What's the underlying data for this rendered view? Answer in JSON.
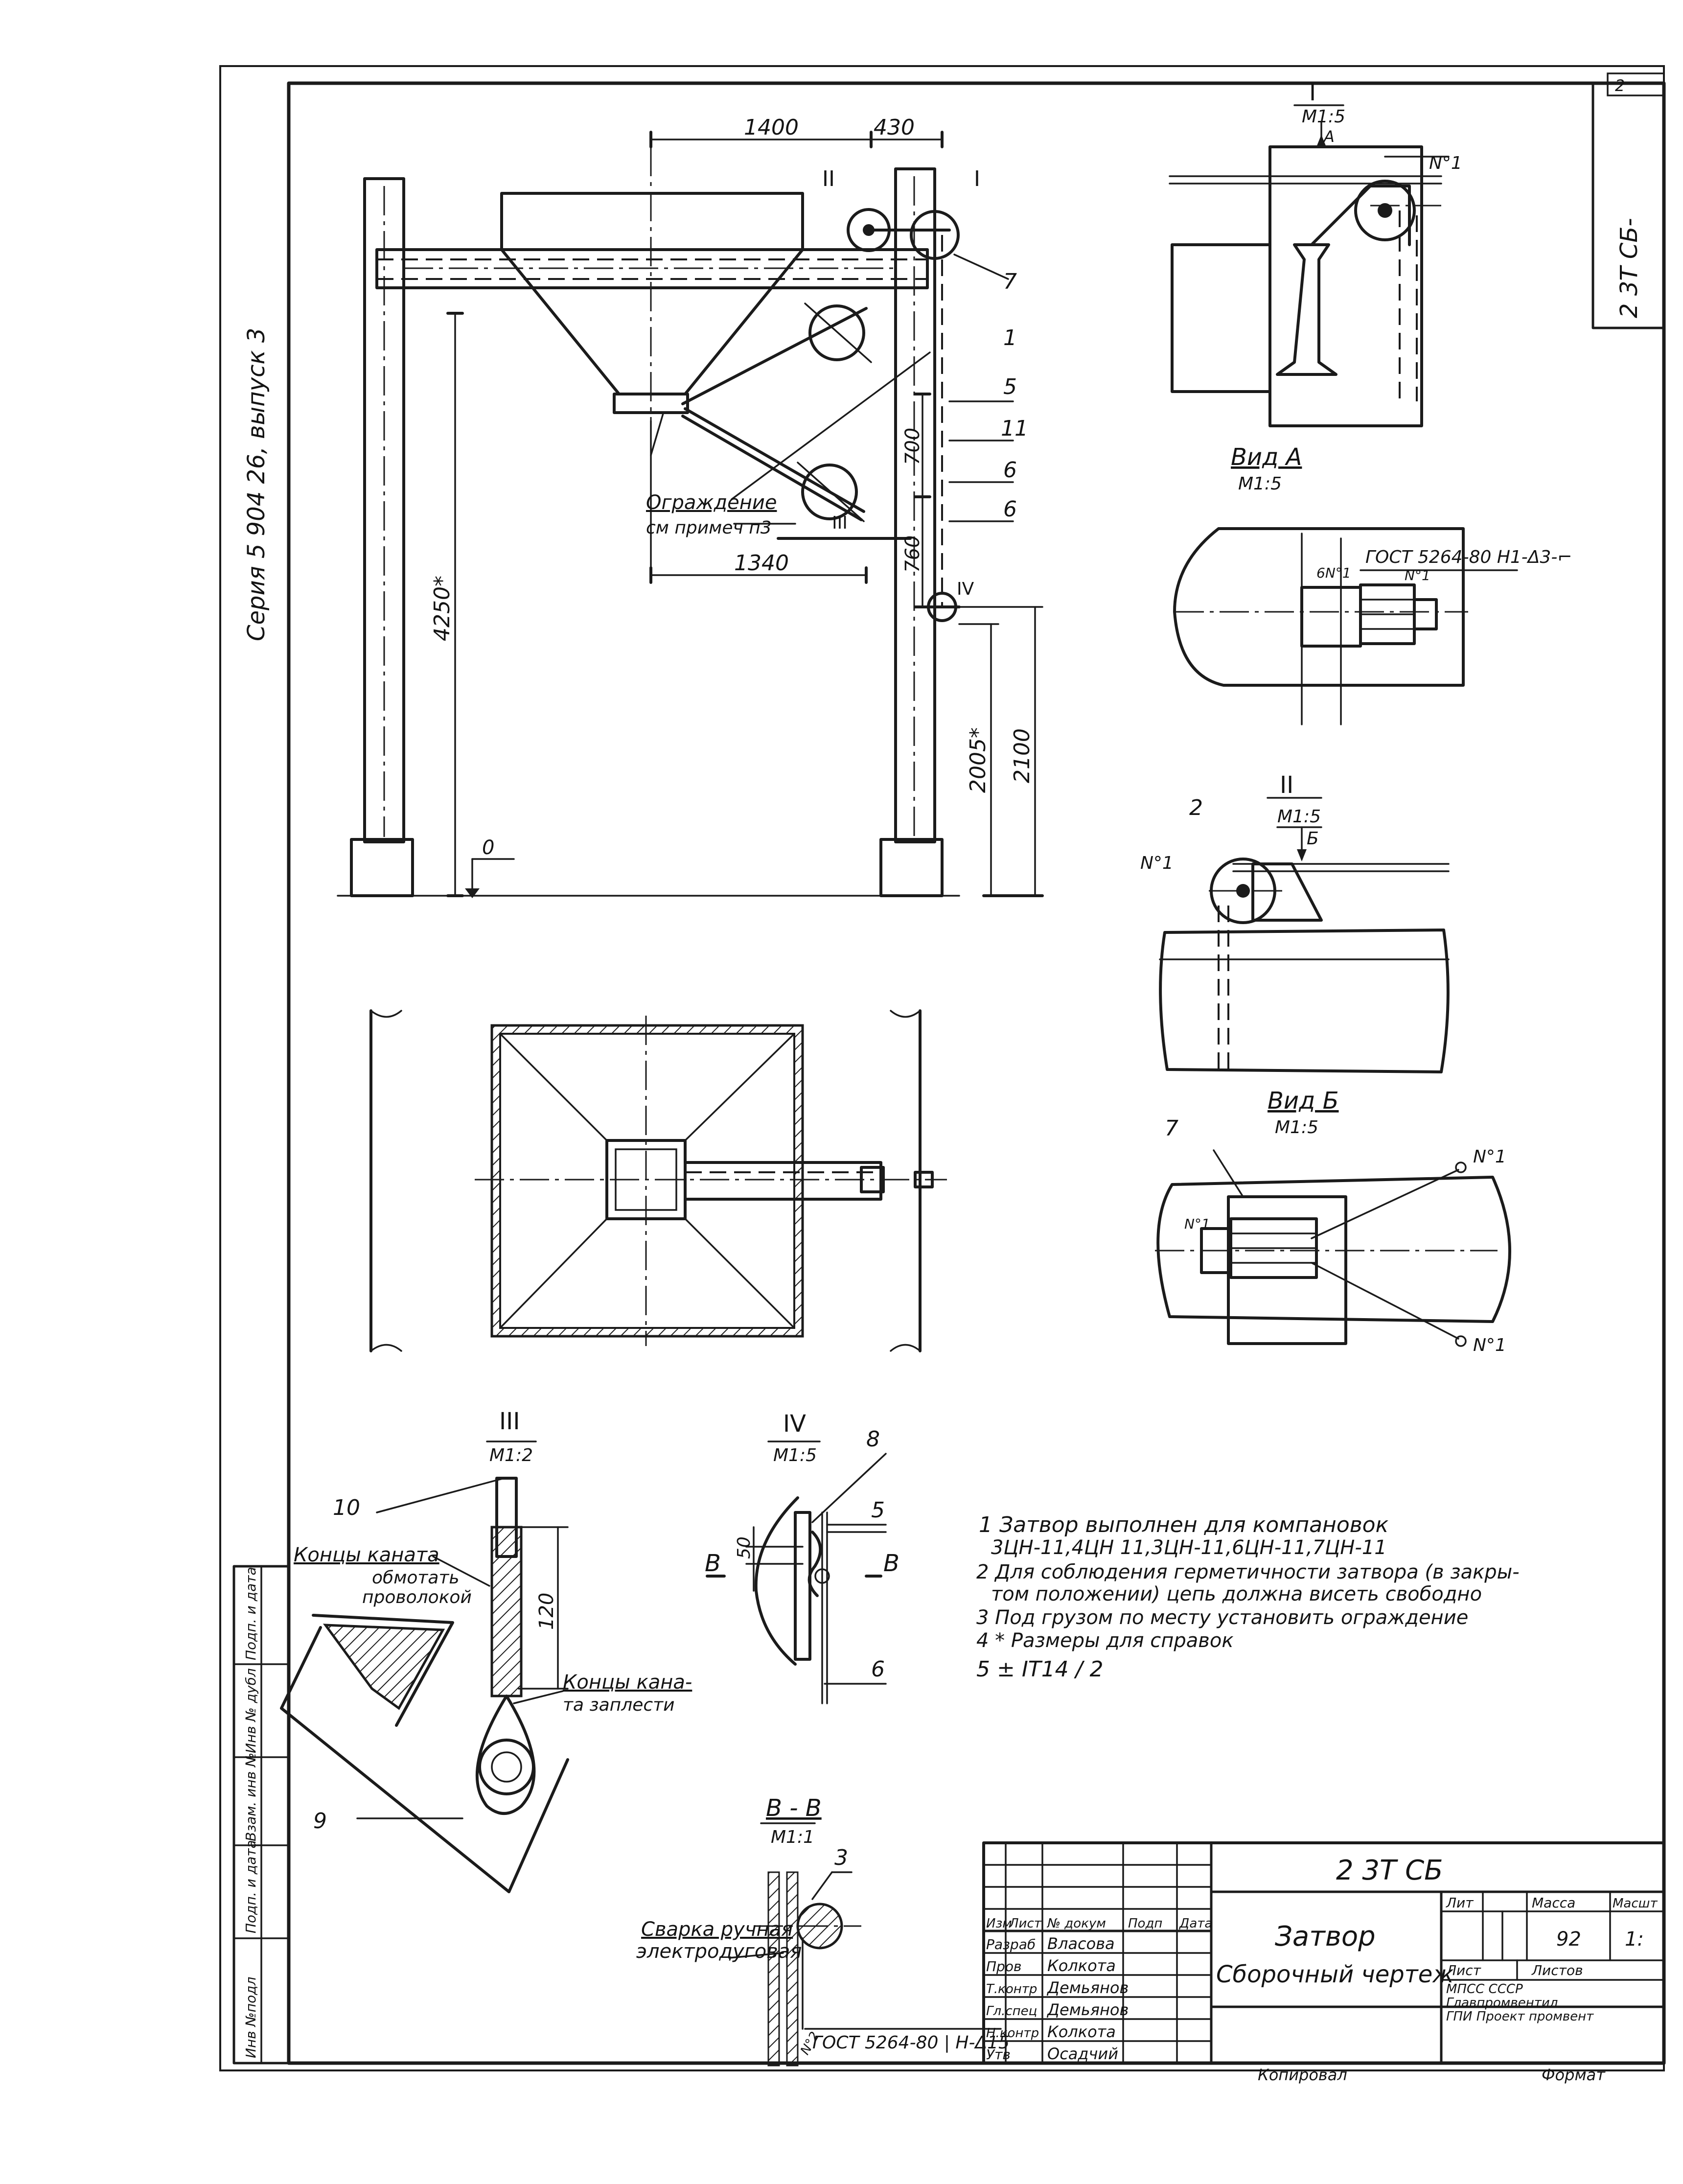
{
  "sheet": {
    "series_label": "Серия 5 904 26, выпуск 3",
    "corner_code": "2 3Т СБ-",
    "corner_mark": "2"
  },
  "side_stamp": [
    "Инв №подл",
    "Подп. и дата",
    "Взам. инв №",
    "Инв № дубл",
    "Подп. и дата"
  ],
  "main_view": {
    "dims": {
      "d1400": "1400",
      "d430": "430",
      "d1340": "1340",
      "d700": "700",
      "d760": "760",
      "d4250": "4250*",
      "d2005": "2005*",
      "d2100": "2100",
      "zero": "0"
    },
    "refs": {
      "I": "I",
      "II": "II",
      "III": "III",
      "IV": "IV"
    },
    "positions": {
      "p1": "1",
      "p5": "5",
      "p11": "11",
      "p6a": "6",
      "p6b": "6",
      "p7": "7"
    },
    "guard_note_1": "Ограждение",
    "guard_note_2": "см примеч п3"
  },
  "detail_I": {
    "title": "I",
    "scale": "М1:5",
    "arrow_label": "А",
    "callout": "N°1"
  },
  "view_A": {
    "title": "Вид А",
    "scale": "М1:5",
    "weld": "ГОСТ 5264-80 Н1-Δ3-⌐",
    "callout_a": "6N°1",
    "callout_b": "N°1"
  },
  "detail_II": {
    "title": "II",
    "scale": "М1:5",
    "pos": "2",
    "callout": "N°1",
    "arrow_label": "Б"
  },
  "view_B": {
    "title": "Вид Б",
    "scale": "М1:5",
    "pos": "7",
    "callout_top": "N°1",
    "callout_left": "N°1",
    "callout_bottom": "N°1"
  },
  "detail_III": {
    "title": "III",
    "scale": "М1:2",
    "pos10": "10",
    "pos9": "9",
    "dim120": "120",
    "note1_a": "Концы каната",
    "note1_b": "обмотать",
    "note1_c": "проволокой",
    "note2_a": "Концы кана-",
    "note2_b": "та заплести"
  },
  "detail_IV": {
    "title": "IV",
    "scale": "М1:5",
    "pos8": "8",
    "pos5": "5",
    "pos6": "6",
    "dim50": "50",
    "cut_left": "В",
    "cut_right": "В"
  },
  "section_BB": {
    "title": "В - В",
    "scale": "М1:1",
    "pos3": "3",
    "note_a": "Сварка ручная",
    "note_b": "электродуговая",
    "weld": "ГОСТ 5264-80 | Н-Δ15",
    "callout": "N°2"
  },
  "notes": [
    "1 Затвор выполнен для компановок",
    "3ЦН-11,4ЦН 11,3ЦН-11,6ЦН-11,7ЦН-11",
    "2 Для соблюдения герметичности затвора (в закры-",
    "том положении) цепь должна висеть свободно",
    "3 Под грузом по месту установить ограждение",
    "4 * Размеры для справок",
    "5 ± IT14 / 2"
  ],
  "title_block": {
    "code": "2 3Т СБ",
    "name": "Затвор",
    "doc_type": "Сборочный чертеж",
    "header": [
      "Изм",
      "Лист",
      "№ докум",
      "Подп",
      "Дата"
    ],
    "roles": [
      "Разраб",
      "Пров",
      "Т.контр",
      "Гл.спец",
      "Н.контр",
      "Утв"
    ],
    "people": [
      "Власова",
      "Колкота",
      "Демьянов",
      "Демьянов",
      "Колкота",
      "Осадчий"
    ],
    "lit_label": "Лит",
    "mass_label": "Масса",
    "scale_label": "Масшт",
    "mass": "92",
    "scale": "1:",
    "sheet_label": "Лист",
    "sheets_label": "Листов",
    "org1": "МПСС СССР",
    "org2": "Главпромвентил",
    "org3": "ГПИ Проект промвент",
    "copied": "Копировал",
    "format": "Формат"
  },
  "colors": {
    "ink": "#1b1b1b",
    "paper": "#ffffff"
  }
}
